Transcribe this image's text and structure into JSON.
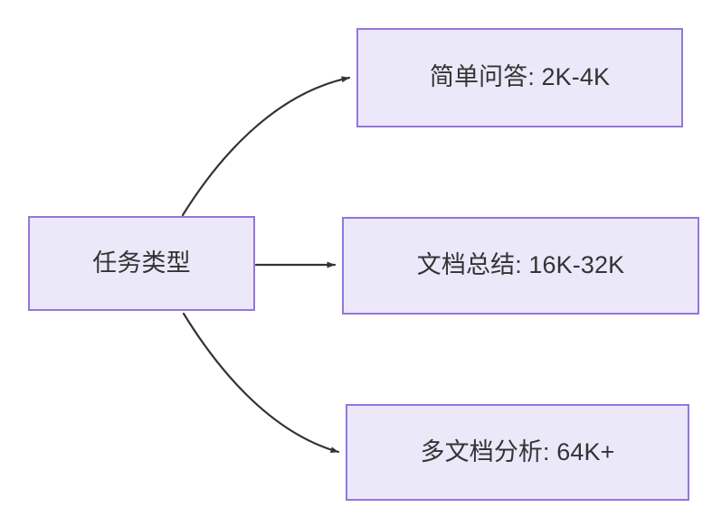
{
  "diagram": {
    "type": "flowchart",
    "direction": "left-to-right",
    "background_color": "#ffffff",
    "node_fill_color": "#ebe8fa",
    "node_border_color": "#9575dd",
    "node_text_color": "#333333",
    "edge_color": "#333333",
    "source_node": {
      "id": "task-type",
      "label": "任务类型"
    },
    "target_nodes": [
      {
        "id": "simple-qa",
        "label": "简单问答: 2K-4K"
      },
      {
        "id": "doc-sum",
        "label": "文档总结: 16K-32K"
      },
      {
        "id": "multi-doc",
        "label": "多文档分析: 64K+"
      }
    ],
    "edges": [
      {
        "from": "task-type",
        "to": "simple-qa",
        "style": "curved",
        "arrowhead": "filled-triangle",
        "label": ""
      },
      {
        "from": "task-type",
        "to": "doc-sum",
        "style": "straight",
        "arrowhead": "filled-triangle",
        "label": ""
      },
      {
        "from": "task-type",
        "to": "multi-doc",
        "style": "curved",
        "arrowhead": "filled-triangle",
        "label": ""
      }
    ]
  }
}
